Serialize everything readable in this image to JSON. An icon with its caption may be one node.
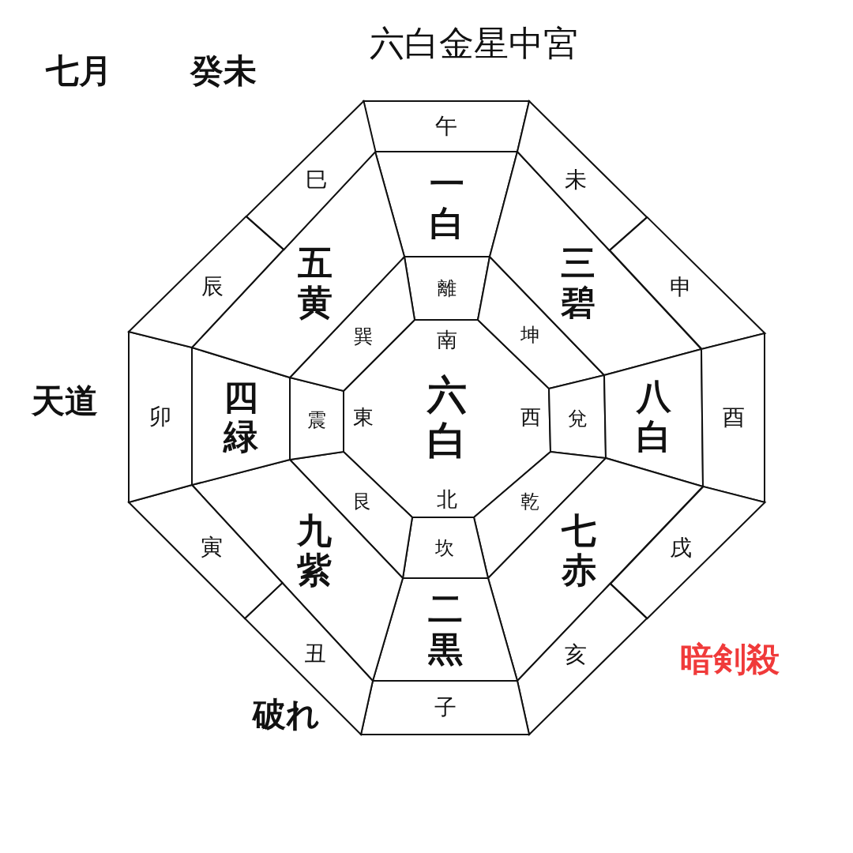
{
  "diagram": {
    "title": "六白金星中宮",
    "nodes": [
      {
        "text": [
          "南",
          "東",
          "六白",
          "西",
          "北"
        ]
      },
      {
        "text": [
          "離"
        ]
      },
      {
        "text": [
          "坤"
        ]
      },
      {
        "text": [
          "兌"
        ]
      },
      {
        "text": [
          "乾"
        ]
      },
      {
        "text": [
          "坎"
        ]
      },
      {
        "text": [
          "艮"
        ]
      },
      {
        "text": [
          "震"
        ]
      },
      {
        "text": [
          "巽"
        ]
      },
      {
        "text": [
          "一白"
        ]
      },
      {
        "text": [
          "三碧"
        ]
      },
      {
        "text": [
          "八白"
        ]
      },
      {
        "text": [
          "七赤"
        ]
      },
      {
        "text": [
          "二黒"
        ]
      },
      {
        "text": [
          "九紫"
        ]
      },
      {
        "text": [
          "四緑"
        ]
      },
      {
        "text": [
          "五黄"
        ]
      },
      {
        "text": [
          "午"
        ]
      },
      {
        "text": [
          "未"
        ]
      },
      {
        "text": [
          "申"
        ]
      },
      {
        "text": [
          "酉"
        ]
      },
      {
        "text": [
          "戌"
        ]
      },
      {
        "text": [
          "亥"
        ]
      },
      {
        "text": [
          "子"
        ]
      },
      {
        "text": [
          "丑"
        ]
      },
      {
        "text": [
          "寅"
        ]
      },
      {
        "text": [
          "卯"
        ]
      },
      {
        "text": [
          "辰"
        ]
      },
      {
        "text": [
          "巳"
        ]
      }
    ],
    "labels": [
      "七月",
      "癸未",
      "天道",
      "暗剣殺",
      "破れ"
    ]
  }
}
